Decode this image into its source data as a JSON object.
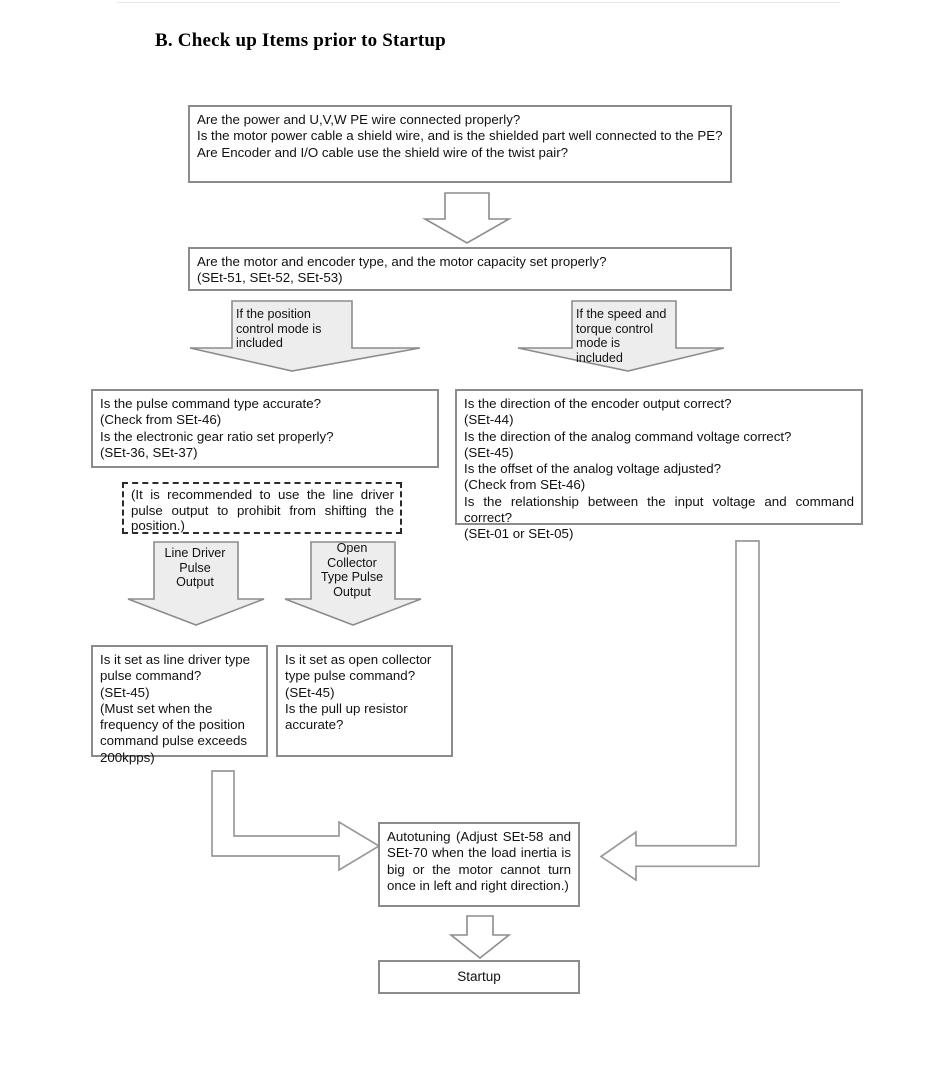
{
  "page": {
    "title": "B. Check up Items prior to Startup"
  },
  "boxes": {
    "power_check": "Are the power and U,V,W PE wire connected properly?\nIs the motor power cable a shield wire, and is the shielded part well connected to the PE?\nAre Encoder and I/O cable use the shield wire of the twist pair?",
    "motor_encoder": "Are the motor and encoder type, and the motor capacity set properly?\n(SEt-51, SEt-52, SEt-53)",
    "pulse_command": "Is the pulse command type accurate?\n(Check from SEt-46)\nIs the electronic gear   ratio set properly?\n(SEt-36, SEt-37)",
    "recommend_note": "(It is recommended to use the line driver pulse output to prohibit from shifting the position.)",
    "encoder_direction": "Is the direction of the encoder output correct?\n(SEt-44)\nIs the direction of the analog command voltage correct?\n(SEt-45)\nIs the offset of the analog voltage adjusted?\n(Check from SEt-46)\nIs the relationship between the input voltage and command correct?\n(SEt-01 or SEt-05)",
    "line_driver_check": "Is it set as line driver type pulse command?\n(SEt-45)\n(Must set when the frequency of the position command pulse exceeds 200kpps)",
    "open_collector_check": "Is it set as open collector type pulse command?\n(SEt-45)\nIs the pull up resistor accurate?",
    "autotuning": "Autotuning (Adjust SEt-58 and SEt-70 when the load inertia is big or the motor cannot turn once in left and right direction.)",
    "startup": "Startup"
  },
  "arrow_labels": {
    "position_mode": "If the position\ncontrol mode is\nincluded",
    "speed_torque_mode": "If the  speed and\n   torque control\n   mode is\n   included",
    "line_driver": "Line Driver\nPulse\nOutput",
    "open_collector": "Open\nCollector\nType Pulse\nOutput"
  },
  "colors": {
    "box_border": "#8c8c8c",
    "arrow_fill": "#ededed",
    "arrow_stroke": "#8c8c8c",
    "text": "#111111",
    "rule": "#e8e8e8"
  }
}
